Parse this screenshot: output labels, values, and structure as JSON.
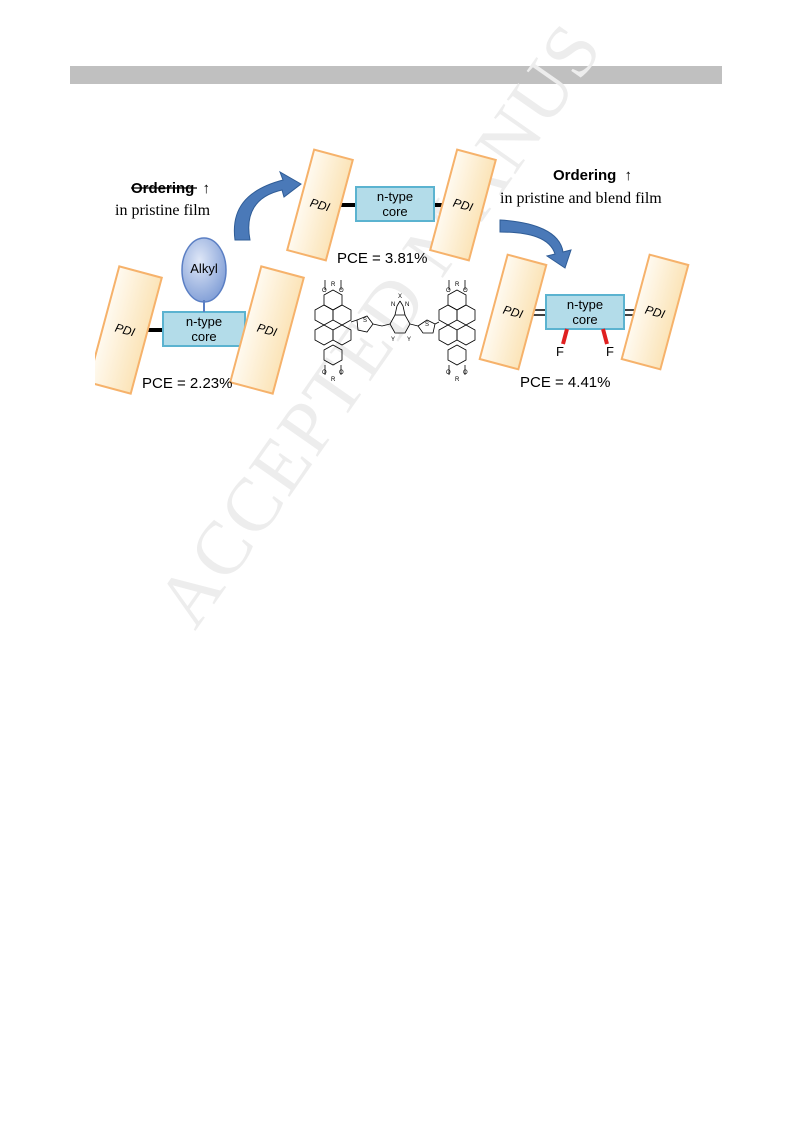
{
  "header": {
    "bar_color": "#c0c0c0"
  },
  "watermark": {
    "text": "ACCEPTED MANUS"
  },
  "figure": {
    "left_annotation": {
      "bold": "Ordering",
      "arrow": "↑",
      "line2": "in pristine film"
    },
    "right_annotation": {
      "bold": "Ordering",
      "arrow": "↑",
      "line2": "in pristine and blend film"
    },
    "molecules": [
      {
        "pdi_label": "PDI",
        "core_label_1": "n-type",
        "core_label_2": "core",
        "side_group": "Alkyl",
        "pce": "PCE = 2.23%"
      },
      {
        "pdi_label": "PDI",
        "core_label_1": "n-type",
        "core_label_2": "core",
        "pce": "PCE = 3.81%"
      },
      {
        "pdi_label": "PDI",
        "core_label_1": "n-type",
        "core_label_2": "core",
        "fluorine": "F",
        "pce": "PCE = 4.41%"
      }
    ],
    "chemical_structure": {
      "r_label": "R",
      "x_label": "X",
      "n_label": "N",
      "s_label": "S",
      "y_label": "Y",
      "o_label": "O"
    },
    "colors": {
      "pdi_fill": "#fcebc8",
      "pdi_stroke": "#f6b26b",
      "core_fill": "#b3dce9",
      "core_stroke": "#5bb3d0",
      "alkyl_fill": "#9eb3dd",
      "arrow_fill": "#4a79b8",
      "fluoro_red": "#e02020"
    }
  }
}
